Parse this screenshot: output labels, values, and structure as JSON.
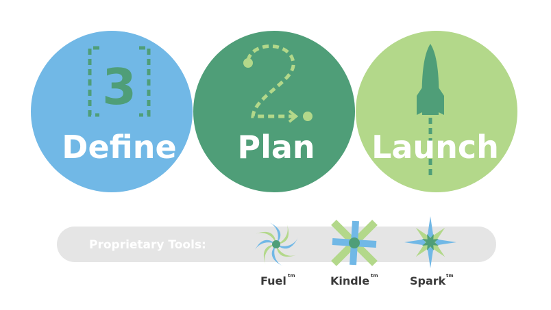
{
  "stages": [
    {
      "label": "Define",
      "color": "#71b8e6"
    },
    {
      "label": "Plan",
      "color": "#4f9e78"
    },
    {
      "label": "Launch",
      "color": "#b3d88a"
    }
  ],
  "overlap_colors": [
    "#2e6f7e",
    "#3a8a3f"
  ],
  "icon_colors": {
    "define": "#4f9e78",
    "plan": "#b3d88a",
    "launch": "#4f9e78"
  },
  "define_icon_number": "3",
  "tools_bar": {
    "label": "Proprietary Tools:",
    "color": "#e5e5e5"
  },
  "tools": [
    {
      "name": "Fuel",
      "tm": "tm"
    },
    {
      "name": "Kindle",
      "tm": "tm"
    },
    {
      "name": "Spark",
      "tm": "tm"
    }
  ],
  "tool_colors": {
    "blue": "#71b8e6",
    "light_green": "#b3d88a",
    "dark_green": "#4f9e78"
  }
}
